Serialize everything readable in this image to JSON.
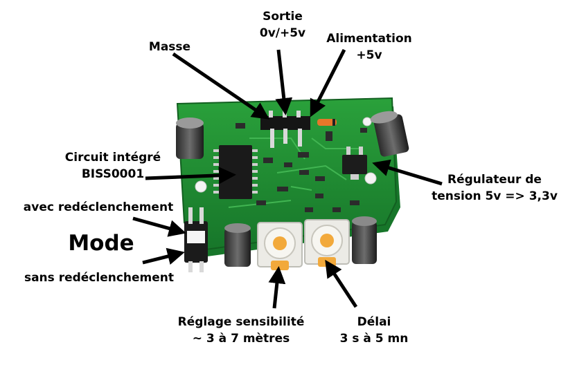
{
  "labels": {
    "sortie": {
      "line1": "Sortie",
      "line2": "0v/+5v"
    },
    "alimentation": {
      "line1": "Alimentation",
      "line2": "+5v"
    },
    "masse": {
      "line1": "Masse"
    },
    "circuit": {
      "line1": "Circuit intégré",
      "line2": "BISS0001"
    },
    "regulateur": {
      "line1": "Régulateur de",
      "line2": "tension 5v => 3,3v"
    },
    "avec": {
      "line1": "avec redéclenchement"
    },
    "mode": {
      "line1": "Mode"
    },
    "sans": {
      "line1": "sans redéclenchement"
    },
    "sensibilite": {
      "line1": "Réglage sensibilité",
      "line2": "~ 3 à 7 mètres"
    },
    "delai": {
      "line1": "Délai",
      "line2": "3 s à 5 mn"
    }
  },
  "colors": {
    "pcb": "#1f8c2e",
    "pcb_dark": "#156c22",
    "arrow": "#000000",
    "pot": "#e8e8e4",
    "pot_orange": "#f2a93b"
  }
}
